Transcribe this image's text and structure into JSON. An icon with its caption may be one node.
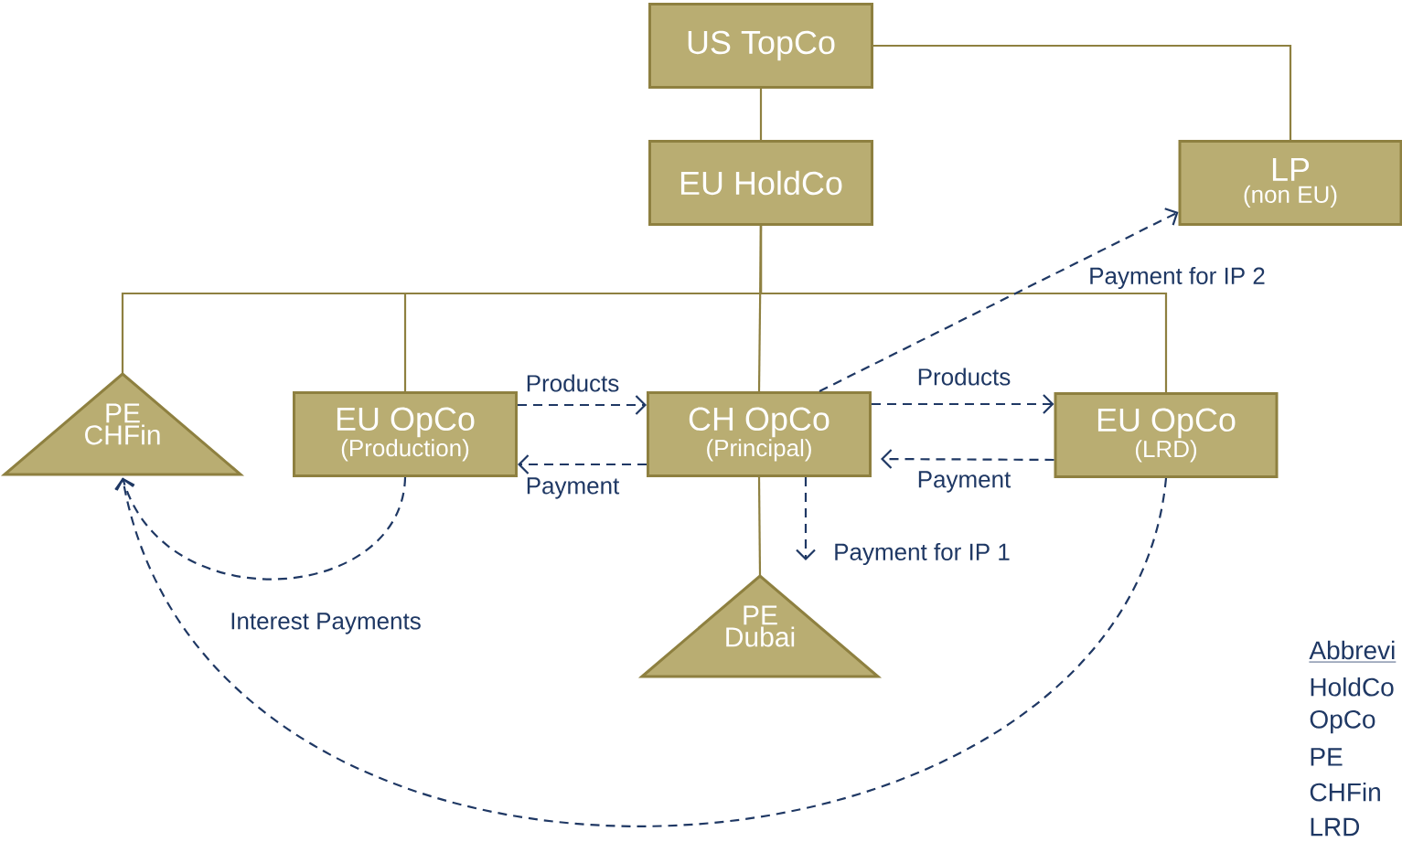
{
  "diagram": {
    "nodes": [
      {
        "text": [
          "US TopCo"
        ]
      },
      {
        "text": [
          "LP",
          "(non EU)"
        ]
      },
      {
        "text": [
          "EU HoldCo"
        ]
      },
      {
        "text": [
          "PE CHFin"
        ]
      },
      {
        "text": [
          "EU OpCo",
          "(Production)"
        ]
      },
      {
        "text": [
          "CH OpCo",
          "(Principal)"
        ]
      },
      {
        "text": [
          "EU OpCo",
          "(LRD)"
        ]
      },
      {
        "text": [
          "PE Dubai"
        ]
      }
    ],
    "edges": [
      {
        "from": 0,
        "to": 2,
        "arrow": "none",
        "color": "#8e8040"
      },
      {
        "from": 0,
        "to": 1,
        "arrow": "none",
        "color": "#8e8040"
      },
      {
        "from": 2,
        "to": 3,
        "arrow": "none",
        "color": "#8e8040"
      },
      {
        "from": 2,
        "to": 4,
        "arrow": "none",
        "color": "#8e8040"
      },
      {
        "from": 2,
        "to": 5,
        "arrow": "none",
        "color": "#8e8040"
      },
      {
        "from": 2,
        "to": 6,
        "arrow": "none",
        "color": "#8e8040"
      },
      {
        "from": 5,
        "to": 7,
        "arrow": "none",
        "color": "#8e8040"
      },
      {
        "from": 4,
        "to": 5,
        "arrow": "to",
        "label": "Products",
        "style": "dashed",
        "color": "#1f3864"
      },
      {
        "from": 5,
        "to": 4,
        "arrow": "to",
        "label": "Payment",
        "style": "dashed",
        "color": "#1f3864"
      },
      {
        "from": 5,
        "to": 6,
        "arrow": "to",
        "label": "Products",
        "style": "dashed",
        "color": "#1f3864"
      },
      {
        "from": 6,
        "to": 5,
        "arrow": "to",
        "label": "Payment",
        "style": "dashed",
        "color": "#1f3864"
      },
      {
        "from": 5,
        "to": 7,
        "arrow": "to",
        "label": "Payment for IP 1",
        "style": "dashed",
        "color": "#1f3864"
      },
      {
        "from": 5,
        "to": 1,
        "arrow": "to",
        "label": "Payment for IP 2",
        "style": "dashed",
        "color": "#1f3864"
      },
      {
        "from": 4,
        "to": 3,
        "arrow": "to",
        "style": "dashed",
        "color": "#1f3864"
      },
      {
        "from": 6,
        "to": 3,
        "arrow": "to",
        "style": "dashed",
        "color": "#1f3864"
      }
    ],
    "labels": [
      "Interest Payments",
      "Abbrevi",
      "HoldCo",
      "OpCo",
      "PE",
      "CHFin",
      "LRD"
    ]
  }
}
